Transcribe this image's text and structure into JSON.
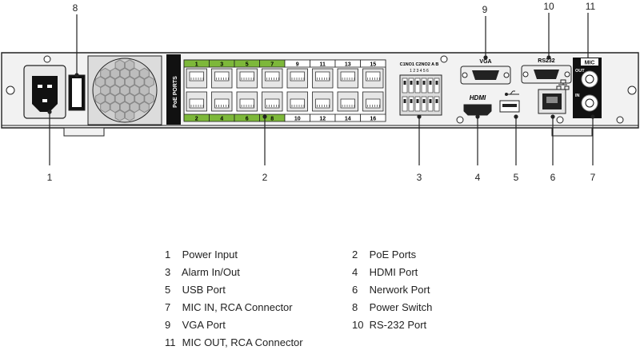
{
  "callouts": {
    "top": [
      "8",
      "9",
      "10",
      "11"
    ],
    "bottom": [
      "1",
      "2",
      "3",
      "4",
      "5",
      "6",
      "7"
    ]
  },
  "panel_labels": {
    "poe_ports": "PoE PORTS",
    "poe_top": [
      "1",
      "3",
      "5",
      "7",
      "9",
      "11",
      "13",
      "15"
    ],
    "poe_bottom": [
      "2",
      "4",
      "6",
      "8",
      "10",
      "12",
      "14",
      "16"
    ],
    "alarm_header": "C1NO1 C2NO2 A B",
    "alarm_pins": "1  2  3  4  5  6",
    "vga": "VGA",
    "rs232": "RS232",
    "hdmi": "HDMI",
    "mic": "MIC",
    "out": "OUT",
    "in": "IN"
  },
  "legend": [
    {
      "num": "1",
      "label": "Power Input"
    },
    {
      "num": "2",
      "label": "PoE Ports"
    },
    {
      "num": "3",
      "label": "Alarm In/Out"
    },
    {
      "num": "4",
      "label": "HDMI Port"
    },
    {
      "num": "5",
      "label": "USB Port"
    },
    {
      "num": "6",
      "label": "Nerwork Port"
    },
    {
      "num": "7",
      "label": "MIC IN, RCA Connector"
    },
    {
      "num": "8",
      "label": "Power Switch"
    },
    {
      "num": "9",
      "label": "VGA Port"
    },
    {
      "num": "10",
      "label": "RS-232 Port"
    },
    {
      "num": "11",
      "label": "MIC OUT, RCA Connector"
    }
  ],
  "colors": {
    "poe_green": "#7db83a",
    "panel": "#f2f2f2",
    "line": "#222222"
  }
}
